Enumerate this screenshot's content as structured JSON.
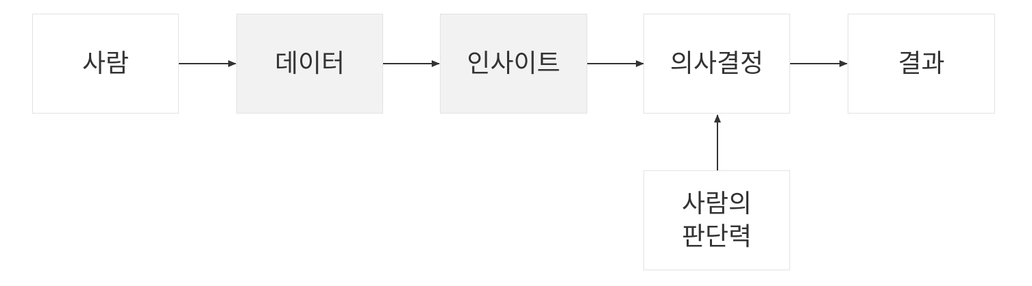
{
  "nodes": {
    "person": {
      "label": "사람"
    },
    "data": {
      "label": "데이터"
    },
    "insight": {
      "label": "인사이트"
    },
    "decision": {
      "label": "의사결정"
    },
    "result": {
      "label": "결과"
    },
    "judgment": {
      "label_line1": "사람의",
      "label_line2": "판단력"
    }
  },
  "colors": {
    "box_border": "#e2e2e2",
    "box_fill": "#ffffff",
    "box_fill_shaded": "#f2f2f2",
    "arrow": "#333333",
    "text": "#333333"
  },
  "edges": [
    {
      "from": "person",
      "to": "data"
    },
    {
      "from": "data",
      "to": "insight"
    },
    {
      "from": "insight",
      "to": "decision"
    },
    {
      "from": "decision",
      "to": "result"
    },
    {
      "from": "judgment",
      "to": "decision"
    }
  ]
}
